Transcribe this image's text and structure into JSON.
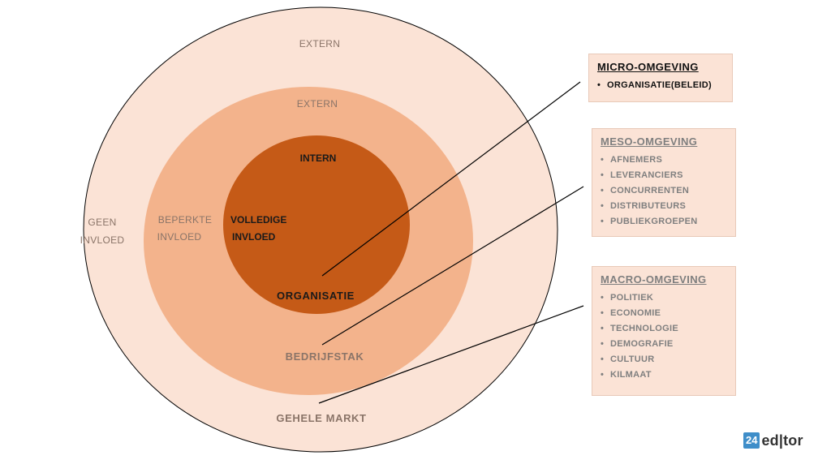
{
  "rings": {
    "outer": {
      "top_label": "EXTERN",
      "side_label_line1": "GEEN",
      "side_label_line2": "INVLOED",
      "bottom_label": "GEHELE MARKT",
      "fill": "#fbe3d6",
      "stroke": "#000000"
    },
    "middle": {
      "top_label": "EXTERN",
      "side_label_line1": "BEPERKTE",
      "side_label_line2": "INVLOED",
      "bottom_label": "BEDRIJFSTAK",
      "fill": "#f3b38c"
    },
    "inner": {
      "top_label": "INTERN",
      "side_label_line1": "VOLLEDIGE",
      "side_label_line2": "INVLOED",
      "bottom_label": "ORGANISATIE",
      "fill": "#c55a17"
    }
  },
  "boxes": {
    "micro": {
      "title": "MICRO-OMGEVING",
      "items": [
        "ORGANISATIE(BELEID)"
      ]
    },
    "meso": {
      "title": "MESO-OMGEVING",
      "items": [
        "AFNEMERS",
        "LEVERANCIERS",
        "CONCURRENTEN",
        "DISTRIBUTEURS",
        "PUBLIEKGROEPEN"
      ]
    },
    "macro": {
      "title": "MACRO-OMGEVING",
      "items": [
        "POLITIEK",
        "ECONOMIE",
        "TECHNOLOGIE",
        "DEMOGRAFIE",
        "CULTUUR",
        "KILMAAT"
      ]
    }
  },
  "bullet_glyph": "•",
  "logo": {
    "badge": "24",
    "text": "ed|tor",
    "badge_color": "#3f8ec9"
  }
}
